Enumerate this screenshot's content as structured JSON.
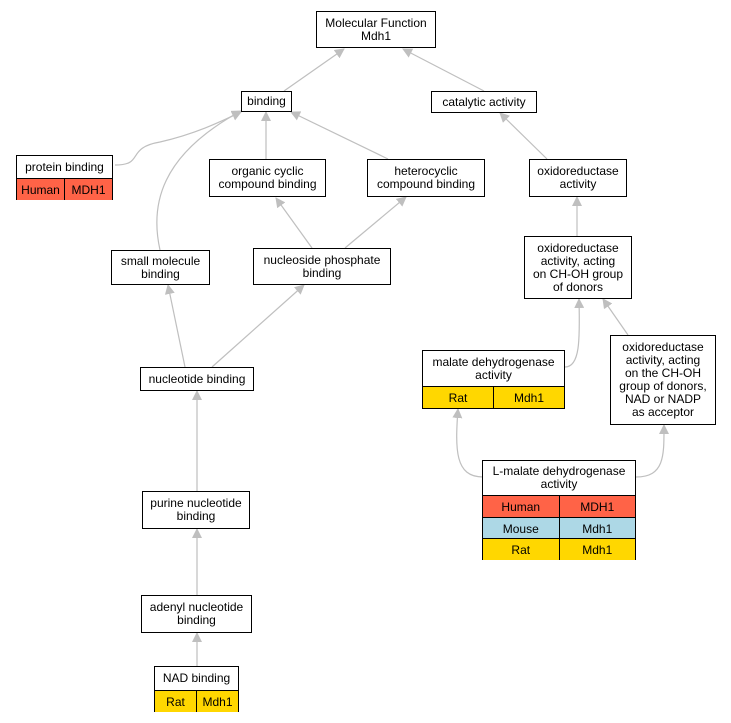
{
  "colors": {
    "edge": "#bfbfbf",
    "Human": "#ff6347",
    "Mouse": "#add8e6",
    "Rat": "#ffd700"
  },
  "nodes": {
    "root": {
      "label": "Molecular Function\nMdh1"
    },
    "binding": {
      "label": "binding"
    },
    "catalytic": {
      "label": "catalytic activity"
    },
    "protein_binding": {
      "label": "protein binding",
      "rows": [
        {
          "species": "Human",
          "gene": "MDH1"
        }
      ]
    },
    "organic_cyclic": {
      "label": "organic cyclic\ncompound binding"
    },
    "heterocyclic": {
      "label": "heterocyclic\ncompound binding"
    },
    "oxidoreductase": {
      "label": "oxidoreductase\nactivity"
    },
    "small_molecule": {
      "label": "small molecule\nbinding"
    },
    "nucleoside_phosphate": {
      "label": "nucleoside phosphate\nbinding"
    },
    "oxidoreductase_choh": {
      "label": "oxidoreductase\nactivity, acting\non CH-OH group\nof donors"
    },
    "nucleotide_binding": {
      "label": "nucleotide binding"
    },
    "malate_dh": {
      "label": "malate dehydrogenase\nactivity",
      "rows": [
        {
          "species": "Rat",
          "gene": "Mdh1"
        }
      ]
    },
    "oxidoreductase_nad": {
      "label": "oxidoreductase\nactivity, acting\non the CH-OH\ngroup of donors,\nNAD or NADP\nas acceptor"
    },
    "l_malate_dh": {
      "label": "L-malate dehydrogenase\nactivity",
      "rows": [
        {
          "species": "Human",
          "gene": "MDH1"
        },
        {
          "species": "Mouse",
          "gene": "Mdh1"
        },
        {
          "species": "Rat",
          "gene": "Mdh1"
        }
      ]
    },
    "purine_nucleotide": {
      "label": "purine nucleotide\nbinding"
    },
    "adenyl_nucleotide": {
      "label": "adenyl nucleotide\nbinding"
    },
    "nad_binding": {
      "label": "NAD binding",
      "rows": [
        {
          "species": "Rat",
          "gene": "Mdh1"
        }
      ]
    }
  },
  "edges": [
    [
      "binding",
      "root"
    ],
    [
      "catalytic",
      "root"
    ],
    [
      "protein_binding",
      "binding"
    ],
    [
      "small_molecule",
      "binding"
    ],
    [
      "organic_cyclic",
      "binding"
    ],
    [
      "heterocyclic",
      "binding"
    ],
    [
      "nucleoside_phosphate",
      "organic_cyclic"
    ],
    [
      "nucleoside_phosphate",
      "heterocyclic"
    ],
    [
      "nucleotide_binding",
      "small_molecule"
    ],
    [
      "nucleotide_binding",
      "nucleoside_phosphate"
    ],
    [
      "purine_nucleotide",
      "nucleotide_binding"
    ],
    [
      "adenyl_nucleotide",
      "purine_nucleotide"
    ],
    [
      "nad_binding",
      "adenyl_nucleotide"
    ],
    [
      "oxidoreductase",
      "catalytic"
    ],
    [
      "oxidoreductase_choh",
      "oxidoreductase"
    ],
    [
      "malate_dh",
      "oxidoreductase_choh"
    ],
    [
      "oxidoreductase_nad",
      "oxidoreductase_choh"
    ],
    [
      "l_malate_dh",
      "malate_dh"
    ],
    [
      "l_malate_dh",
      "oxidoreductase_nad"
    ]
  ]
}
